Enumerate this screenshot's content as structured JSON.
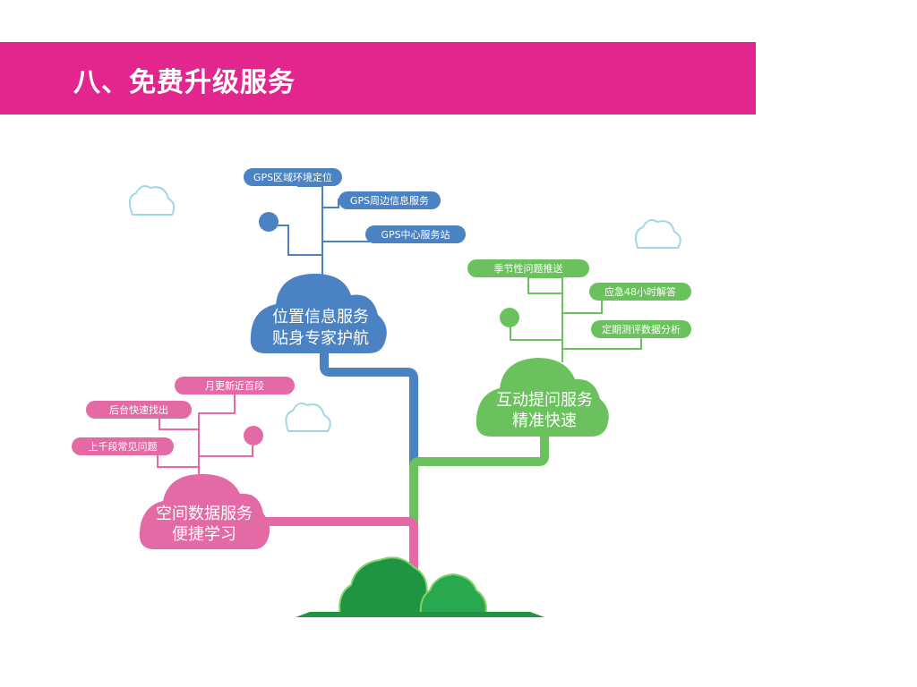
{
  "slide": {
    "title": "八、免费升级服务"
  },
  "colors": {
    "banner": "#e3268e",
    "blue": "#4a82c3",
    "green": "#6cc15f",
    "pink": "#e46aa6",
    "bush_dark": "#1f9443",
    "bush_light": "#2aa84f",
    "sky_cloud": "#9fd7e8"
  },
  "branches": {
    "blue": {
      "cloud_line1": "位置信息服务",
      "cloud_line2": "贴身专家护航",
      "items": [
        "GPS区域环境定位",
        "GPS周边信息服务",
        "GPS中心服务站"
      ]
    },
    "green": {
      "cloud_line1": "互动提问服务",
      "cloud_line2": "精准快速",
      "items": [
        "季节性问题推送",
        "应急48小时解答",
        "定期测评数据分析"
      ]
    },
    "pink": {
      "cloud_line1": "空间数据服务",
      "cloud_line2": "便捷学习",
      "items": [
        "月更新近百段",
        "后台快速找出",
        "上千段常见问题"
      ]
    }
  }
}
